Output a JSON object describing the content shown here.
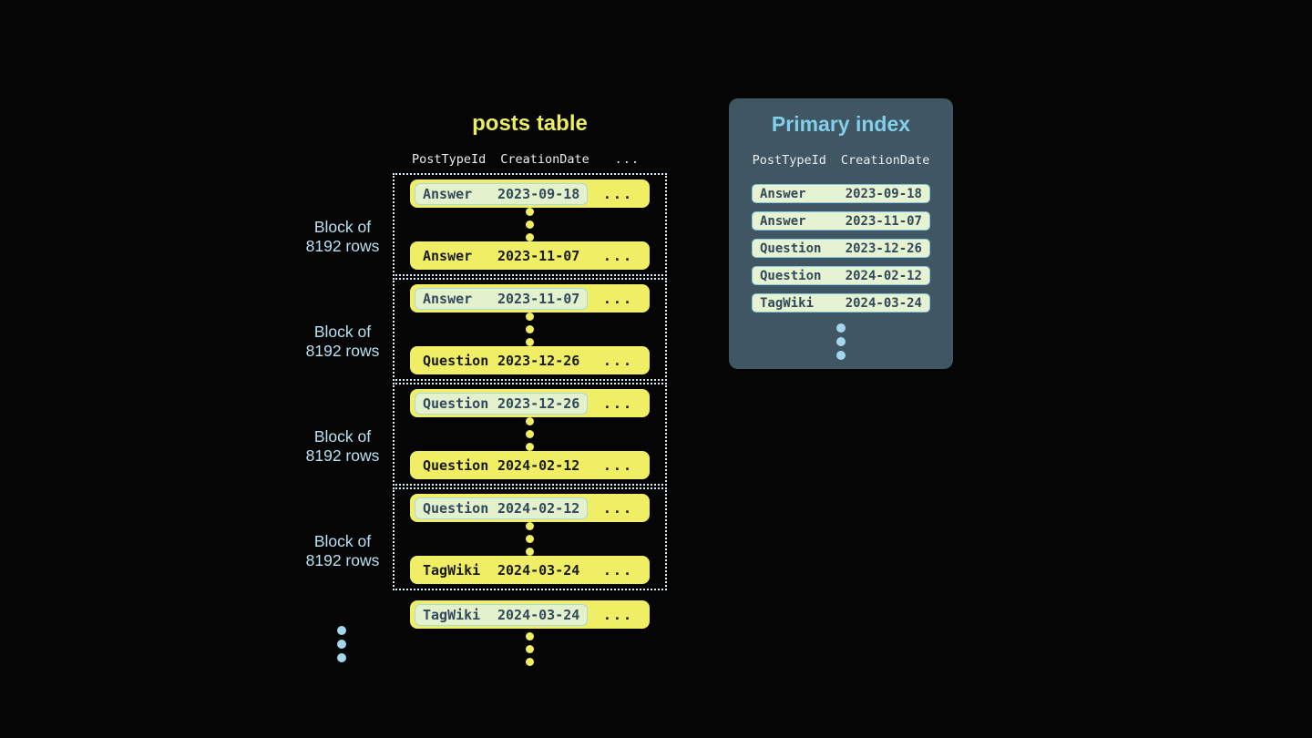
{
  "colors": {
    "background": "#050505",
    "row_yellow": "#f0ee64",
    "row_text": "#1a1a1a",
    "highlight_bg": "#e3f1cd",
    "highlight_border": "#a6d9e9",
    "highlight_text": "#33495c",
    "block_dotted_border": "#d9eef7",
    "block_label_blue": "#b9e1f1",
    "panel_bg": "#415663",
    "panel_title_blue": "#82cfec",
    "column_header_text": "#e9eef0",
    "index_row_bg": "#e6f3d2",
    "index_row_border": "#86c7e0",
    "index_row_text": "#31485a",
    "blue_dot": "#a3d7ee"
  },
  "posts_table": {
    "title": "posts table",
    "columns": [
      "PostTypeId",
      "CreationDate"
    ],
    "more_columns": "...",
    "block_label_line1": "Block of",
    "block_label_line2": "8192 rows",
    "blocks": [
      {
        "first": {
          "type": "Answer",
          "date": "2023-09-18"
        },
        "last": {
          "type": "Answer",
          "date": "2023-11-07"
        }
      },
      {
        "first": {
          "type": "Answer",
          "date": "2023-11-07"
        },
        "last": {
          "type": "Question",
          "date": "2023-12-26"
        }
      },
      {
        "first": {
          "type": "Question",
          "date": "2023-12-26"
        },
        "last": {
          "type": "Question",
          "date": "2024-02-12"
        }
      },
      {
        "first": {
          "type": "Question",
          "date": "2024-02-12"
        },
        "last": {
          "type": "TagWiki",
          "date": "2024-03-24"
        }
      }
    ],
    "overflow_row": {
      "type": "TagWiki",
      "date": "2024-03-24"
    }
  },
  "primary_index": {
    "title": "Primary index",
    "columns": [
      "PostTypeId",
      "CreationDate"
    ],
    "rows": [
      {
        "type": "Answer",
        "date": "2023-09-18"
      },
      {
        "type": "Answer",
        "date": "2023-11-07"
      },
      {
        "type": "Question",
        "date": "2023-12-26"
      },
      {
        "type": "Question",
        "date": "2024-02-12"
      },
      {
        "type": "TagWiki",
        "date": "2024-03-24"
      }
    ]
  }
}
